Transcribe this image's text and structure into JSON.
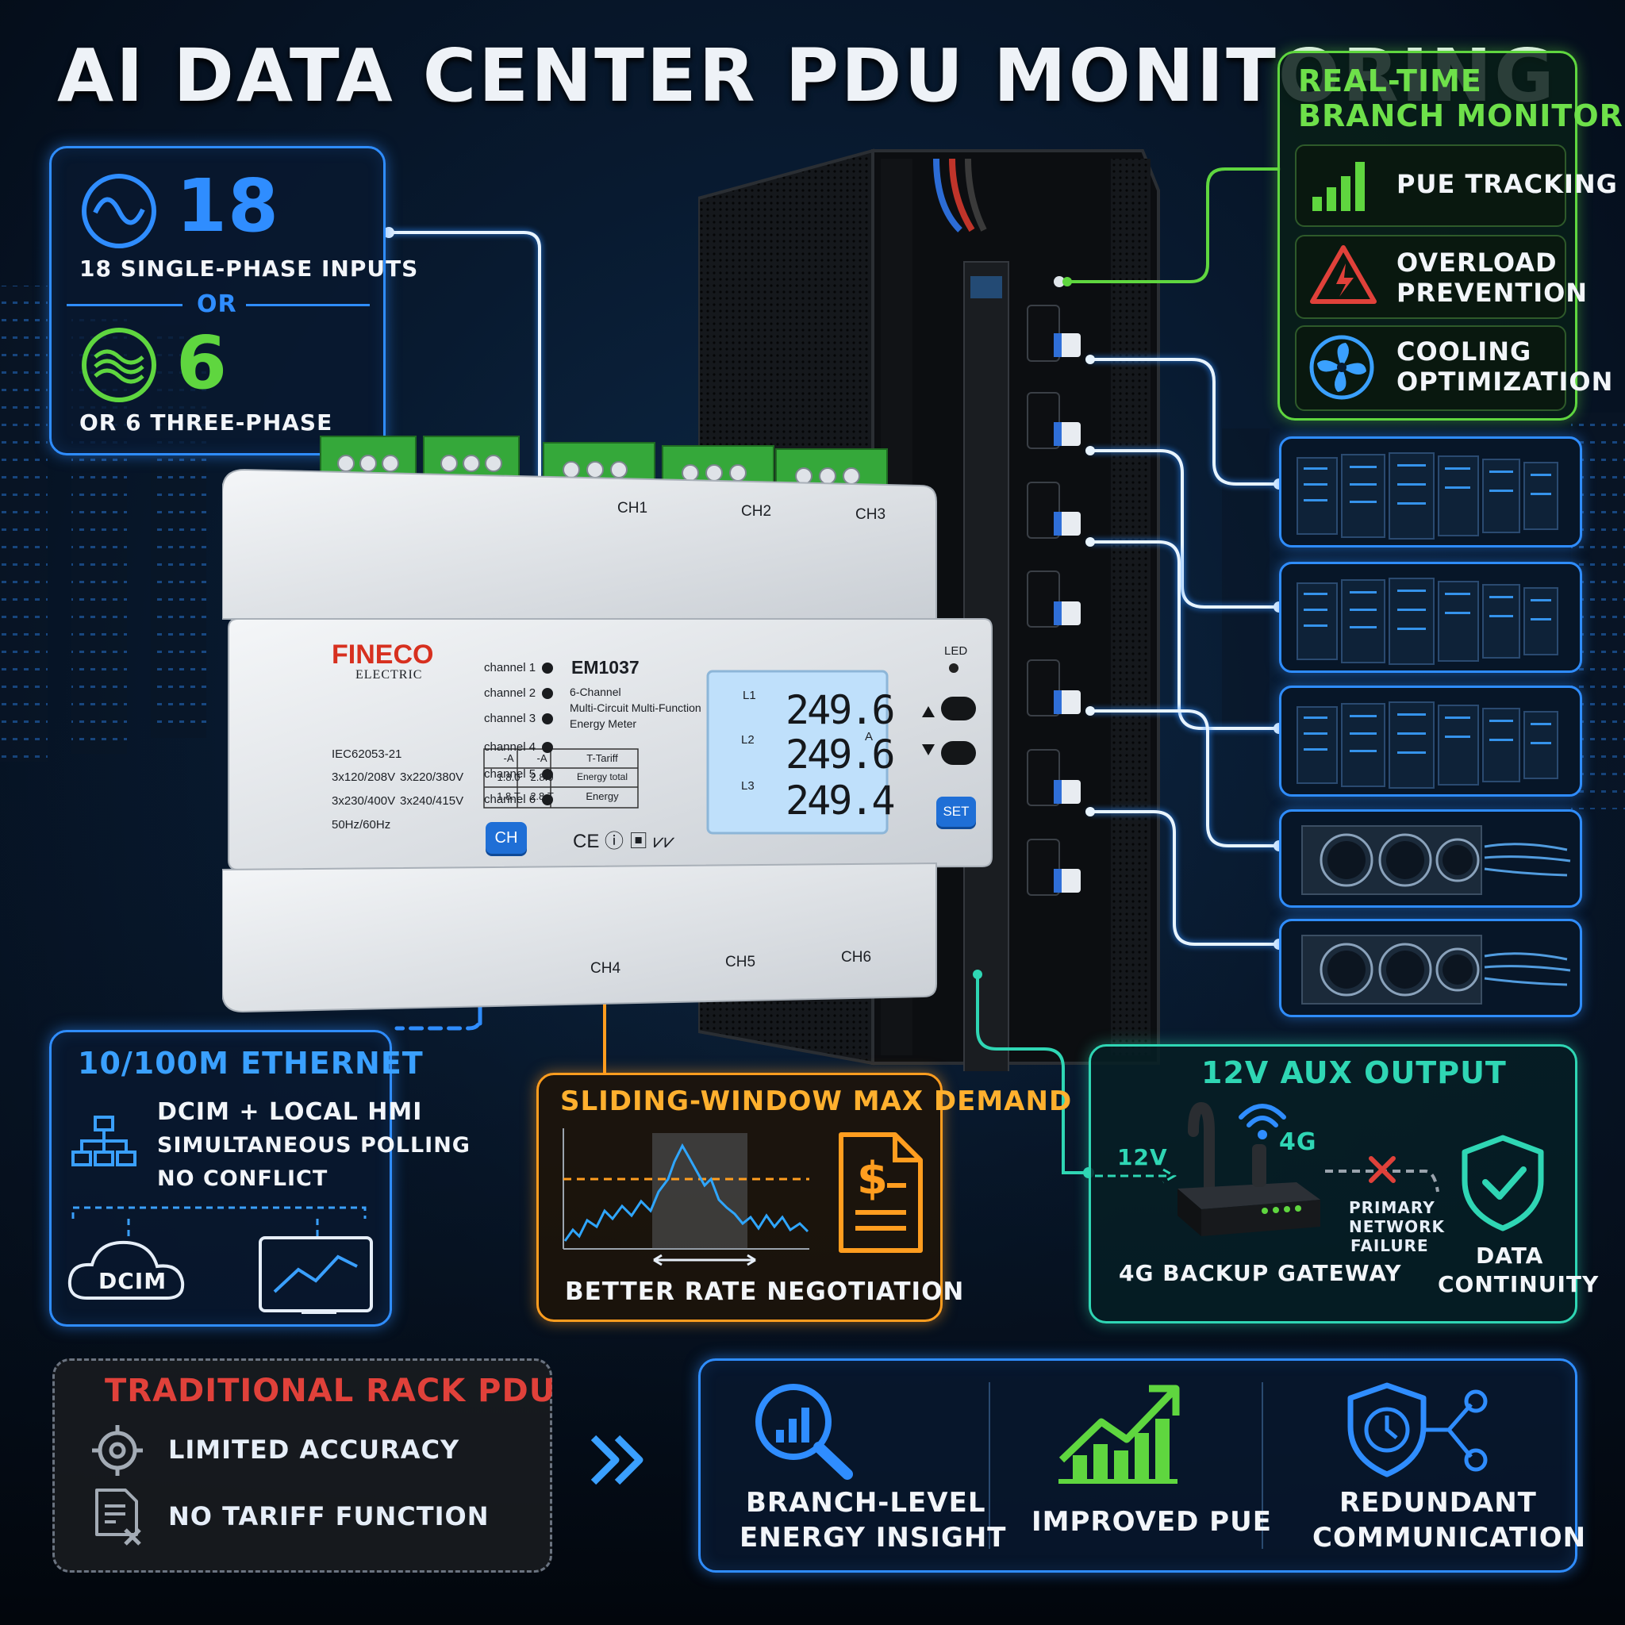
{
  "title": "AI DATA CENTER PDU MONITORING",
  "inputs_panel": {
    "single_count": "18",
    "single_label": "18 SINGLE-PHASE INPUTS",
    "or_label": "OR",
    "three_count": "6",
    "three_label": "OR 6 THREE-PHASE",
    "icons": [
      "sine-wave-icon",
      "triple-wave-icon"
    ]
  },
  "branch_panel": {
    "title_line1": "REAL-TIME",
    "title_line2": "BRANCH MONITORING",
    "items": [
      {
        "label_line1": "PUE TRACKING",
        "label_line2": "",
        "icon": "signal-bars-icon"
      },
      {
        "label_line1": "OVERLOAD",
        "label_line2": "PREVENTION",
        "icon": "warning-triangle-icon"
      },
      {
        "label_line1": "COOLING",
        "label_line2": "OPTIMIZATION",
        "icon": "fan-icon"
      }
    ]
  },
  "meter": {
    "brand_line1": "FINECO",
    "brand_line2": "ELECTRIC",
    "model": "EM1037",
    "desc_line1": "6-Channel",
    "desc_line2": "Multi-Circuit Multi-Function",
    "desc_line3": "Energy Meter",
    "channels": [
      "channel 1",
      "channel 2",
      "channel 3",
      "channel 4",
      "channel 5",
      "channel 6"
    ],
    "spec_standard": "IEC62053-21",
    "spec_v1": "3x120/208V",
    "spec_v2": "3x220/380V",
    "spec_v3": "3x230/400V",
    "spec_v4": "3x240/415V",
    "spec_freq": "50Hz/60Hz",
    "tariff_table": [
      [
        "-A",
        "-A",
        "T-Tariff"
      ],
      [
        "1.8.0",
        "2.8.0",
        "Energy total"
      ],
      [
        "1.8.T",
        "2.8.T",
        "Energy"
      ]
    ],
    "lcd_lines": [
      {
        "phase": "L1",
        "value": "249.6"
      },
      {
        "phase": "L2",
        "value": "249.6"
      },
      {
        "phase": "L3",
        "value": "249.4"
      }
    ],
    "lcd_unit": "A",
    "led_label": "LED",
    "ch_button": "CH",
    "set_button": "SET",
    "cert_marks": "CE ⓘ ▣ ⩗⩗",
    "top_terminals": [
      "CH1",
      "CH2",
      "CH3"
    ],
    "bottom_terminals": [
      "CH4",
      "CH5",
      "CH6"
    ]
  },
  "ethernet_panel": {
    "title": "10/100M ETHERNET",
    "line1": "DCIM + LOCAL HMI",
    "line2": "SIMULTANEOUS POLLING",
    "line3": "NO CONFLICT",
    "cloud_label": "DCIM",
    "icons": [
      "network-tree-icon",
      "cloud-icon",
      "monitor-chart-icon"
    ]
  },
  "demand_panel": {
    "title": "SLIDING-WINDOW MAX DEMAND",
    "caption": "BETTER RATE NEGOTIATION",
    "icon": "invoice-dollar-icon"
  },
  "aux_panel": {
    "title": "12V AUX OUTPUT",
    "volt_label": "12V",
    "net_label": "4G",
    "gateway_label": "4G BACKUP GATEWAY",
    "failure_line1": "PRIMARY",
    "failure_line2": "NETWORK",
    "failure_line3": "FAILURE",
    "continuity_line1": "DATA",
    "continuity_line2": "CONTINUITY",
    "icons": [
      "wifi-icon",
      "shield-check-icon",
      "x-mark-icon"
    ]
  },
  "traditional_panel": {
    "title": "TRADITIONAL RACK PDU",
    "item1": "LIMITED ACCURACY",
    "item2": "NO TARIFF FUNCTION",
    "icons": [
      "crosshair-icon",
      "document-x-icon"
    ]
  },
  "benefits_panel": {
    "items": [
      {
        "line1": "BRANCH-LEVEL",
        "line2": "ENERGY INSIGHT",
        "icon": "magnifier-chart-icon"
      },
      {
        "line1": "",
        "line2": "IMPROVED PUE",
        "icon": "growth-chart-icon"
      },
      {
        "line1": "REDUNDANT",
        "line2": "COMMUNICATION",
        "icon": "shield-network-icon"
      }
    ]
  },
  "colors": {
    "blue": "#2f8dff",
    "green": "#5fd63f",
    "teal": "#2fd6b4",
    "orange": "#ff9d1f",
    "red": "#e0413a"
  }
}
